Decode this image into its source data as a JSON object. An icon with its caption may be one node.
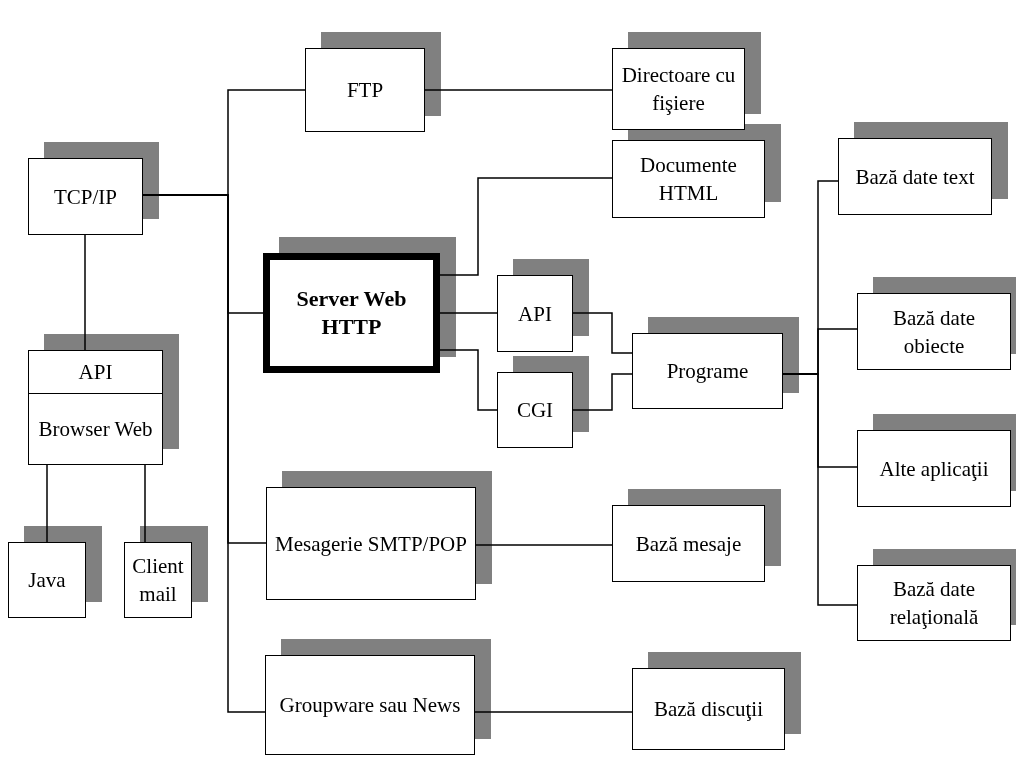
{
  "diagram": {
    "nodes": [
      {
        "text": [
          "FTP"
        ]
      },
      {
        "text": [
          "Directoare cu fişiere"
        ]
      },
      {
        "text": [
          "TCP/IP"
        ]
      },
      {
        "text": [
          "Documente HTML"
        ]
      },
      {
        "text": [
          "Bază date text"
        ]
      },
      {
        "text": [
          "Server Web HTTP"
        ]
      },
      {
        "text": [
          "API"
        ]
      },
      {
        "text": [
          "Programe"
        ]
      },
      {
        "text": [
          "CGI"
        ]
      },
      {
        "text": [
          "Bază date obiecte"
        ]
      },
      {
        "text": [
          "API",
          "Browser Web"
        ]
      },
      {
        "text": [
          "Alte aplicaţii"
        ]
      },
      {
        "text": [
          "Java"
        ]
      },
      {
        "text": [
          "Client mail"
        ]
      },
      {
        "text": [
          "Mesagerie SMTP/POP"
        ]
      },
      {
        "text": [
          "Bază mesaje"
        ]
      },
      {
        "text": [
          "Bază date relaţională"
        ]
      },
      {
        "text": [
          "Groupware sau News"
        ]
      },
      {
        "text": [
          "Bază discuţii"
        ]
      }
    ],
    "edges": [
      {
        "from": 2,
        "to": 0,
        "arrow": "none"
      },
      {
        "from": 2,
        "to": 5,
        "arrow": "none"
      },
      {
        "from": 2,
        "to": 14,
        "arrow": "none"
      },
      {
        "from": 2,
        "to": 17,
        "arrow": "none"
      },
      {
        "from": 0,
        "to": 1,
        "arrow": "none"
      },
      {
        "from": 5,
        "to": 3,
        "arrow": "none"
      },
      {
        "from": 5,
        "to": 6,
        "arrow": "none"
      },
      {
        "from": 5,
        "to": 8,
        "arrow": "none"
      },
      {
        "from": 6,
        "to": 7,
        "arrow": "none"
      },
      {
        "from": 8,
        "to": 7,
        "arrow": "none"
      },
      {
        "from": 7,
        "to": 4,
        "arrow": "none"
      },
      {
        "from": 7,
        "to": 9,
        "arrow": "none"
      },
      {
        "from": 7,
        "to": 11,
        "arrow": "none"
      },
      {
        "from": 7,
        "to": 16,
        "arrow": "none"
      },
      {
        "from": 2,
        "to": 10,
        "arrow": "none"
      },
      {
        "from": 10,
        "to": 12,
        "arrow": "none"
      },
      {
        "from": 10,
        "to": 13,
        "arrow": "none"
      },
      {
        "from": 14,
        "to": 15,
        "arrow": "none"
      },
      {
        "from": 17,
        "to": 18,
        "arrow": "none"
      }
    ]
  }
}
